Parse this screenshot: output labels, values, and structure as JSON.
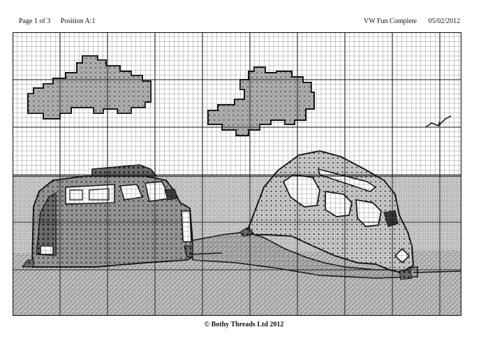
{
  "header": {
    "page": "Page 1 of 3",
    "position": "Position A:1",
    "title": "VW Fun Complete",
    "date": "05/02/2012"
  },
  "footer": {
    "copyright": "© Bothy Threads Ltd 2012"
  },
  "pattern": {
    "grid_color": "#6b6b6b",
    "major_grid_color": "#1a1a1a",
    "ink_color": "#111111",
    "fill_light": "#cfcfcf",
    "fill_mid": "#9a9a9a",
    "fill_dark": "#5e5e5e"
  }
}
